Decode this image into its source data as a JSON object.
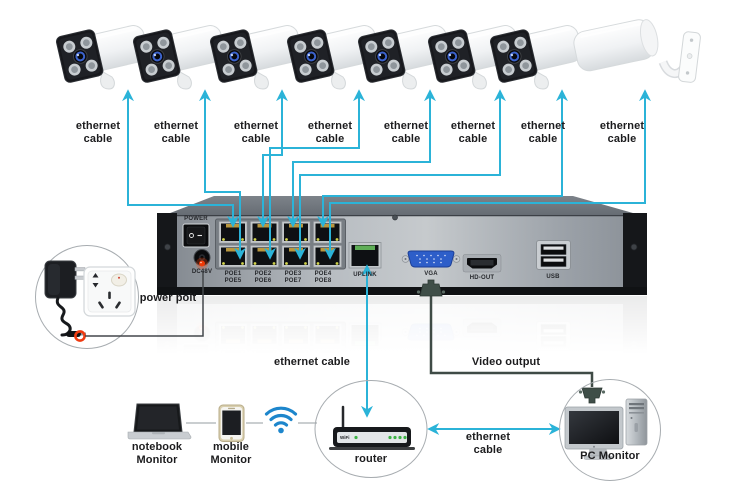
{
  "cables": [
    {
      "label": "ethernet cable"
    },
    {
      "label": "ethernet cable"
    },
    {
      "label": "ethernet cable"
    },
    {
      "label": "ethernet cable"
    },
    {
      "label": "ethernet cable"
    },
    {
      "label": "ethernet cable"
    },
    {
      "label": "ethernet cable"
    },
    {
      "label": "ethernet cable"
    }
  ],
  "nvr": {
    "power_label": "POWER",
    "dc_label": "DC48V",
    "poe_ports": [
      {
        "top": "POE1",
        "bottom": "POE5"
      },
      {
        "top": "POE2",
        "bottom": "POE6"
      },
      {
        "top": "POE3",
        "bottom": "POE7"
      },
      {
        "top": "POE4",
        "bottom": "POE8"
      }
    ],
    "uplink_label": "UPLINK",
    "vga_label": "VGA",
    "hdout_label": "HD-OUT",
    "usb_label": "USB"
  },
  "power": {
    "label": "power poit"
  },
  "connections": {
    "uplink_cable_label": "ethernet cable",
    "video_output_label": "Video output",
    "router_pc_cable_label": "ethernet cable"
  },
  "devices": {
    "notebook_label": "notebook Monitor",
    "mobile_label": "mobile Monitor",
    "router_label": "router",
    "router_panel_text": "WiFi",
    "pc_label": "PC Monitor"
  },
  "colors": {
    "cable_cyan": "#2bb3d8",
    "video_line": "#3f4b46",
    "label_text": "#1c1c1e",
    "router_led_green": "#3cb244",
    "wifi_blue": "#1d86cc",
    "dc_glow_red": "#f63b05"
  }
}
